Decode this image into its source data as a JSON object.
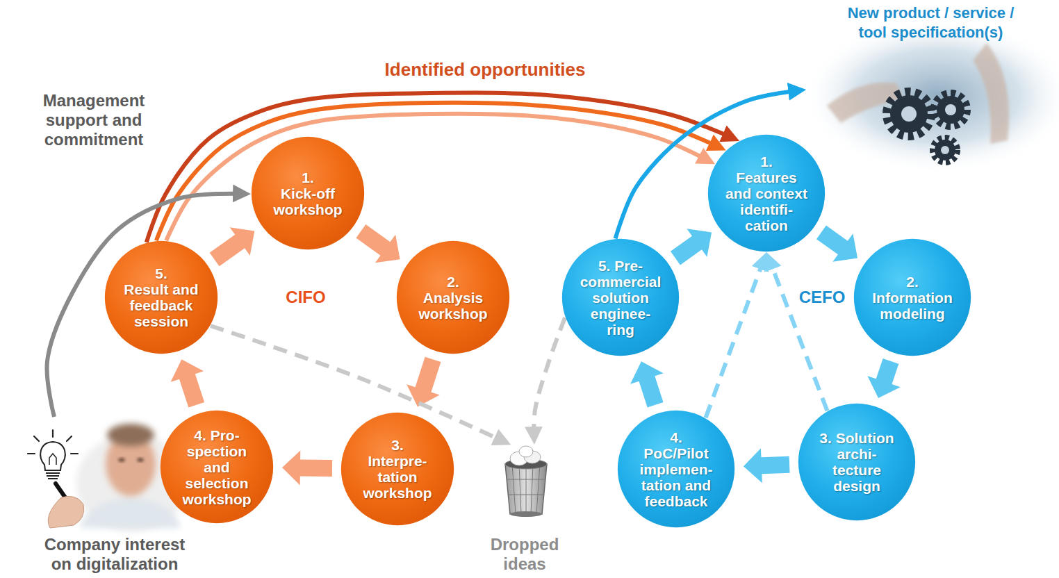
{
  "diagram": {
    "nodes": [
      {
        "text": [
          "1.",
          "Kick-off workshop"
        ]
      },
      {
        "text": [
          "2.",
          "Analysis workshop"
        ]
      },
      {
        "text": [
          "3.",
          "Interpre- tation workshop"
        ]
      },
      {
        "text": [
          "4. Pro- spection and selection workshop"
        ]
      },
      {
        "text": [
          "5.",
          "Result and feedback session"
        ]
      },
      {
        "text": [
          "1.",
          "Features and context identifi- cation"
        ]
      },
      {
        "text": [
          "2.",
          "Information modeling"
        ]
      },
      {
        "text": [
          "3. Solution archi- tecture design"
        ]
      },
      {
        "text": [
          "4.",
          "PoC/Pilot implemen- tation and feedback"
        ]
      },
      {
        "text": [
          "5. Pre- commercial solution enginee- ring"
        ]
      },
      {
        "text": [
          "Company interest on digitalization"
        ]
      },
      {
        "text": [
          "Dropped ideas"
        ]
      },
      {
        "text": [
          "New product / service / tool specification(s)"
        ]
      }
    ],
    "edges": [
      {
        "from": 0,
        "to": 1,
        "arrow": "to"
      },
      {
        "from": 1,
        "to": 2,
        "arrow": "to"
      },
      {
        "from": 2,
        "to": 3,
        "arrow": "to"
      },
      {
        "from": 3,
        "to": 4,
        "arrow": "to"
      },
      {
        "from": 4,
        "to": 0,
        "arrow": "to"
      },
      {
        "from": 4,
        "to": 5,
        "label": "Identified opportunities",
        "arrow": "to"
      },
      {
        "from": 4,
        "to": 5,
        "arrow": "to"
      },
      {
        "from": 4,
        "to": 5,
        "arrow": "to"
      },
      {
        "from": 5,
        "to": 6,
        "arrow": "to"
      },
      {
        "from": 6,
        "to": 7,
        "arrow": "to"
      },
      {
        "from": 7,
        "to": 8,
        "arrow": "to"
      },
      {
        "from": 8,
        "to": 9,
        "arrow": "to"
      },
      {
        "from": 9,
        "to": 5,
        "arrow": "to"
      },
      {
        "from": 8,
        "to": 5,
        "arrow": "to"
      },
      {
        "from": 7,
        "to": 5,
        "arrow": "to"
      },
      {
        "from": 10,
        "to": 0,
        "arrow": "to"
      },
      {
        "from": 4,
        "to": 11,
        "arrow": "to"
      },
      {
        "from": 9,
        "to": 11,
        "arrow": "to"
      },
      {
        "from": 9,
        "to": 12,
        "arrow": "to"
      }
    ],
    "labels": [
      "Management support and commitment",
      "CIFO",
      "CEFO"
    ]
  }
}
